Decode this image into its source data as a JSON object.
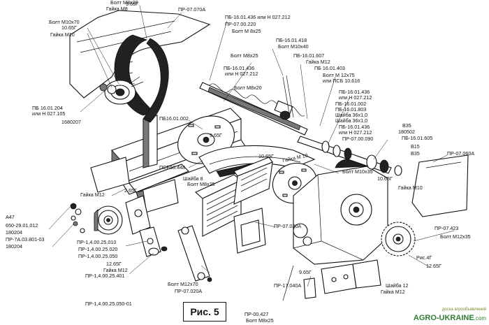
{
  "figure": {
    "caption": "Рис. 5",
    "callouts": [
      {
        "id": "c1",
        "text": "Болт М8х20"
      },
      {
        "id": "c2",
        "text": "9.65Г"
      },
      {
        "id": "c3",
        "text": "Гайка М8"
      },
      {
        "id": "c4",
        "text": "ПР-07.070А"
      },
      {
        "id": "c5",
        "text": "Болт М10х70"
      },
      {
        "id": "c6",
        "text": "10.65Г"
      },
      {
        "id": "c7",
        "text": "Гайка М10"
      },
      {
        "id": "c8",
        "text": "ПБ-16.01.436 или Н 027.212"
      },
      {
        "id": "c9",
        "text": "ПР-07.00.220"
      },
      {
        "id": "c10",
        "text": "Болт М 8х25"
      },
      {
        "id": "c11",
        "text": "ПБ-16.01.418"
      },
      {
        "id": "c12",
        "text": "Болт М10х40"
      },
      {
        "id": "c13",
        "text": "Болт М8х25"
      },
      {
        "id": "c14",
        "text": "ПБ-16.01.607"
      },
      {
        "id": "c15",
        "text": "ПБ-16.01.436"
      },
      {
        "id": "c16",
        "text": "или Н 027.212"
      },
      {
        "id": "c17",
        "text": "Гайка М12"
      },
      {
        "id": "c18",
        "text": "ПБ 16.01.403"
      },
      {
        "id": "c19",
        "text": "Болт М 12х75"
      },
      {
        "id": "c20",
        "text": "или ПСБ 10.616"
      },
      {
        "id": "c21",
        "text": "Болт М8х20"
      },
      {
        "id": "c22",
        "text": "ПБ 16.01.204"
      },
      {
        "id": "c23",
        "text": "или Н 027.105"
      },
      {
        "id": "c24",
        "text": "1680207"
      },
      {
        "id": "c25",
        "text": "ПБ16.01.002"
      },
      {
        "id": "c26",
        "text": "ПБ-16.01.436"
      },
      {
        "id": "c27",
        "text": "или Н 027.212"
      },
      {
        "id": "c28",
        "text": "ПБ-16.01.002"
      },
      {
        "id": "c29",
        "text": "ПБ-16.01.803"
      },
      {
        "id": "c30",
        "text": "Шайба 36х1,0"
      },
      {
        "id": "c31",
        "text": "Шайба 36х1,0"
      },
      {
        "id": "c32",
        "text": "ПБ-16.01.436"
      },
      {
        "id": "c33",
        "text": "или Н 027.212"
      },
      {
        "id": "c34",
        "text": "ПР-07.00.090"
      },
      {
        "id": "c35",
        "text": "9.65Г"
      },
      {
        "id": "c36",
        "text": "В35"
      },
      {
        "id": "c37",
        "text": "180502"
      },
      {
        "id": "c38",
        "text": "ПБ-16.01.605"
      },
      {
        "id": "c39",
        "text": "В15"
      },
      {
        "id": "c40",
        "text": "В35"
      },
      {
        "id": "c41",
        "text": "ПР-07.060А"
      },
      {
        "id": "c42",
        "text": "10.65Г"
      },
      {
        "id": "c43",
        "text": "ПСБ56.448"
      },
      {
        "id": "c44",
        "text": "Шайба 8"
      },
      {
        "id": "c45",
        "text": "Болт М8х25"
      },
      {
        "id": "c46",
        "text": "Болт М10х35"
      },
      {
        "id": "c47",
        "text": "10.65Г"
      },
      {
        "id": "c48",
        "text": "Гайка М10"
      },
      {
        "id": "c49",
        "text": "Гайка М12"
      },
      {
        "id": "c50",
        "text": "2.65Г"
      },
      {
        "id": "c51",
        "text": "А47"
      },
      {
        "id": "c52",
        "text": "650-29.01.012"
      },
      {
        "id": "c53",
        "text": "180204"
      },
      {
        "id": "c54",
        "text": "ПР-7А.03.801-03"
      },
      {
        "id": "c55",
        "text": "180204"
      },
      {
        "id": "c56",
        "text": "ПР-07.030А"
      },
      {
        "id": "c57",
        "text": "ПР-07.423"
      },
      {
        "id": "c58",
        "text": "ПР-1,4.00.25.010"
      },
      {
        "id": "c59",
        "text": "Болт М12х35"
      },
      {
        "id": "c60",
        "text": "ПР-1,4.00.25.020"
      },
      {
        "id": "c61",
        "text": "ПР-1,4.00.25.050"
      },
      {
        "id": "c62",
        "text": "Рис.4Г"
      },
      {
        "id": "c63",
        "text": "12.65Г"
      },
      {
        "id": "c64",
        "text": "12.65Г"
      },
      {
        "id": "c65",
        "text": "9.65Г"
      },
      {
        "id": "c66",
        "text": "Гайка М12"
      },
      {
        "id": "c67",
        "text": "Болт М12х70"
      },
      {
        "id": "c68",
        "text": "ПР-1,4.00.25.401"
      },
      {
        "id": "c69",
        "text": "ПР-07.020А"
      },
      {
        "id": "c70",
        "text": "ПР-17.040А"
      },
      {
        "id": "c71",
        "text": "Шайба 12"
      },
      {
        "id": "c72",
        "text": "ПР-1,4.00.25.050-01"
      },
      {
        "id": "c73",
        "text": "Гайка М12"
      },
      {
        "id": "c74",
        "text": "ПР-00.427"
      },
      {
        "id": "c75",
        "text": "Болт М8х25"
      }
    ],
    "part_text": [
      {
        "id": "p1",
        "text": "Гайка М 10"
      }
    ]
  },
  "watermark": {
    "tagline": "доска агрообъявлений",
    "brand": "AGRO-UKRAINE",
    "domain": ".com"
  }
}
